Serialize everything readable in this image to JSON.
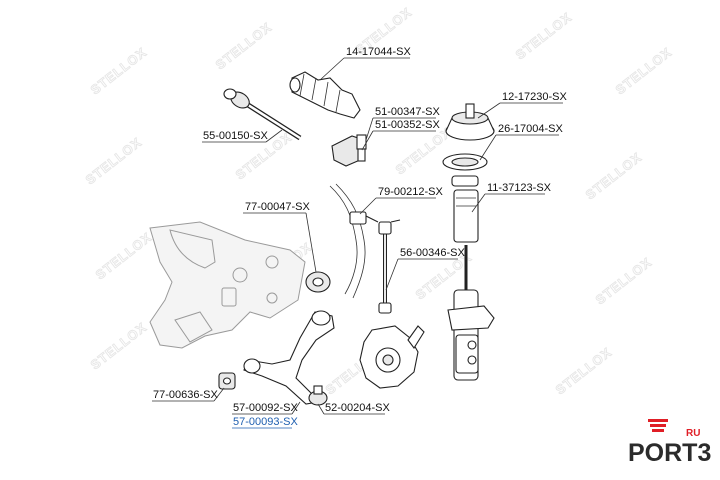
{
  "watermark": {
    "brand": "STELLOX"
  },
  "logo": {
    "brand": "PORT3",
    "suffix": "RU",
    "accent_color": "#e01e26"
  },
  "part_labels": [
    {
      "id": "p1",
      "code": "14-17044-SX"
    },
    {
      "id": "p2",
      "code": "51-00347-SX"
    },
    {
      "id": "p3",
      "code": "51-00352-SX"
    },
    {
      "id": "p4",
      "code": "55-00150-SX"
    },
    {
      "id": "p5",
      "code": "12-17230-SX"
    },
    {
      "id": "p6",
      "code": "26-17004-SX"
    },
    {
      "id": "p7",
      "code": "11-37123-SX"
    },
    {
      "id": "p8",
      "code": "79-00212-SX"
    },
    {
      "id": "p9",
      "code": "77-00047-SX"
    },
    {
      "id": "p10",
      "code": "56-00346-SX"
    },
    {
      "id": "p11",
      "code": "77-00636-SX"
    },
    {
      "id": "p12",
      "code": "57-00092-SX"
    },
    {
      "id": "p13",
      "code": "57-00093-SX",
      "color": "#1f5fb0"
    },
    {
      "id": "p14",
      "code": "52-00204-SX"
    }
  ]
}
